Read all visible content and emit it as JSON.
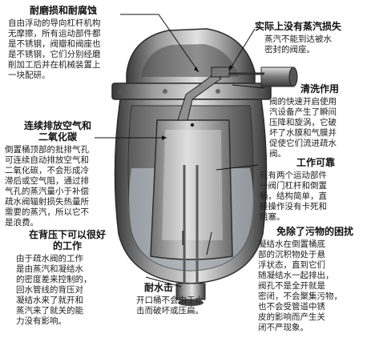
{
  "callouts": {
    "wear_corrosion": {
      "title": "耐磨损和耐腐蚀",
      "lines": [
        "自由浮动的导向杠杆机构",
        "无摩擦，所有运动部件都",
        "是不锈钢，阀瓣和阀座也",
        "是不锈钢，它们分别经磨",
        "削加工后并在机械装置上",
        "一块配研。"
      ]
    },
    "no_steam_loss": {
      "title": "实际上没有蒸汽损失",
      "lines": [
        "蒸汽不能到达被水",
        "密封的阀座。"
      ]
    },
    "self_cleaning": {
      "title": "清洗作用",
      "lines": [
        "阀的快速开启使用",
        "汽设备产生了瞬间",
        "压降和旋涡，它破",
        "坏了水膜和气膜并",
        "促使它们流进疏水",
        "阀。"
      ]
    },
    "continuous_venting": {
      "title_lines": [
        "连续排放空气和",
        "二氧化碳"
      ],
      "lines": [
        "倒置桶顶部的批排气孔",
        "可连续自动排放空气和",
        "二氧化碳，不会形成冷",
        "滞后或空气阻，通过排",
        "气孔的蒸汽量小于补偿",
        "疏水阀辐射损失热量所",
        "需要的蒸汽，所以它不",
        "是浪费。"
      ]
    },
    "reliable": {
      "title": "工作可靠",
      "lines": [
        "只有两个运动部件",
        "一阀门杠杆和倒置",
        "桶，结构简单，直",
        "接操作没有卡死和",
        "阻塞。"
      ]
    },
    "back_pressure": {
      "title_lines": [
        "在背压下可以很好",
        "的工作"
      ],
      "lines": [
        "由于疏水阀的工作",
        "是由蒸汽和凝结水",
        "的密度差来控制的，",
        "回水管线的背压对",
        "凝结水来了就开和",
        "蒸汽来了就关的能",
        "力没有影响。"
      ]
    },
    "dirt_free": {
      "title": "免除了污物的困扰",
      "lines": [
        "凝结水在倒置桶底",
        "部的沉积物处于悬",
        "浮状态，直到它们",
        "随凝结水一起排出，",
        "阀孔不是全开就是",
        "密闭，不会聚集污物，",
        "也不会受管道中锈",
        "皮的影响而产生关",
        "闭不严现象。"
      ]
    },
    "water_hammer": {
      "title": "耐水击",
      "lines": [
        "开口桶不会由于水",
        "击而破坏或压扁。"
      ]
    }
  },
  "colors": {
    "body_dark": "#3d3d3d",
    "body_mid": "#8a8a8a",
    "body_light": "#d2d2d2",
    "bucket": "#9a9a9a",
    "water": "#b9c2c9",
    "leader": "#111111"
  }
}
